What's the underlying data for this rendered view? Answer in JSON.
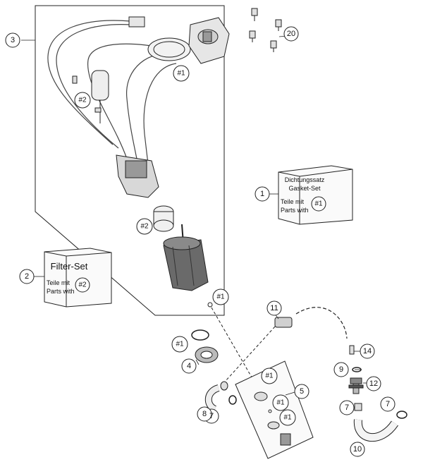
{
  "callouts": {
    "c1": "1",
    "c2": "2",
    "c3": "3",
    "c4": "4",
    "c5": "5",
    "c7a": "7",
    "c7b": "7",
    "c7c": "7",
    "c8": "8",
    "c9": "9",
    "c10": "10",
    "c11": "11",
    "c12": "12",
    "c14": "14",
    "c20": "20"
  },
  "badges": {
    "b1_top": "#1",
    "b2_mid": "#2",
    "b2_low": "#2",
    "b1_ring": "#1",
    "b1_oring": "#1",
    "b1_flange_a": "#1",
    "b1_flange_b": "#1",
    "b1_flange_c": "#1",
    "b1_gasket_box": "#1",
    "b2_filter_box": "#2"
  },
  "gasket_box": {
    "title_de": "Dichtungssatz",
    "title_en": "Gasket-Set",
    "line_de": "Teile mit",
    "line_en": "Parts with"
  },
  "filter_box": {
    "title": "Filter-Set",
    "line_de": "Teile mit",
    "line_en": "Parts with"
  },
  "colors": {
    "line": "#222222",
    "part_fill": "#e6e6e6",
    "dark": "#555555"
  }
}
